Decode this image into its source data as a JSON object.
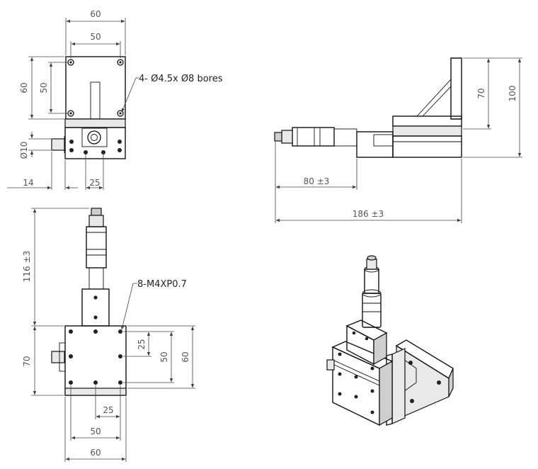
{
  "views": {
    "top": {
      "dim_width_outer": "60",
      "dim_width_inner": "50",
      "dim_height_outer": "60",
      "dim_height_inner": "50",
      "dim_diameter": "Ø10",
      "dim_offset_left": "14",
      "dim_spacing": "25",
      "note_bores": "4- Ø4.5x Ø8 bores"
    },
    "side": {
      "dim_height_inner": "70",
      "dim_height_outer": "100",
      "dim_travel": "80 ±3",
      "dim_length": "186 ±3"
    },
    "front": {
      "dim_height_total": "116 ±3",
      "dim_height_body": "70",
      "dim_spacing_right_inner": "25",
      "dim_spacing_right_mid": "50",
      "dim_spacing_right_outer": "60",
      "dim_spacing_bottom_inner": "25",
      "dim_spacing_bottom_mid": "50",
      "dim_spacing_bottom_outer": "60",
      "note_threads": "8-M4XP0.7"
    }
  }
}
